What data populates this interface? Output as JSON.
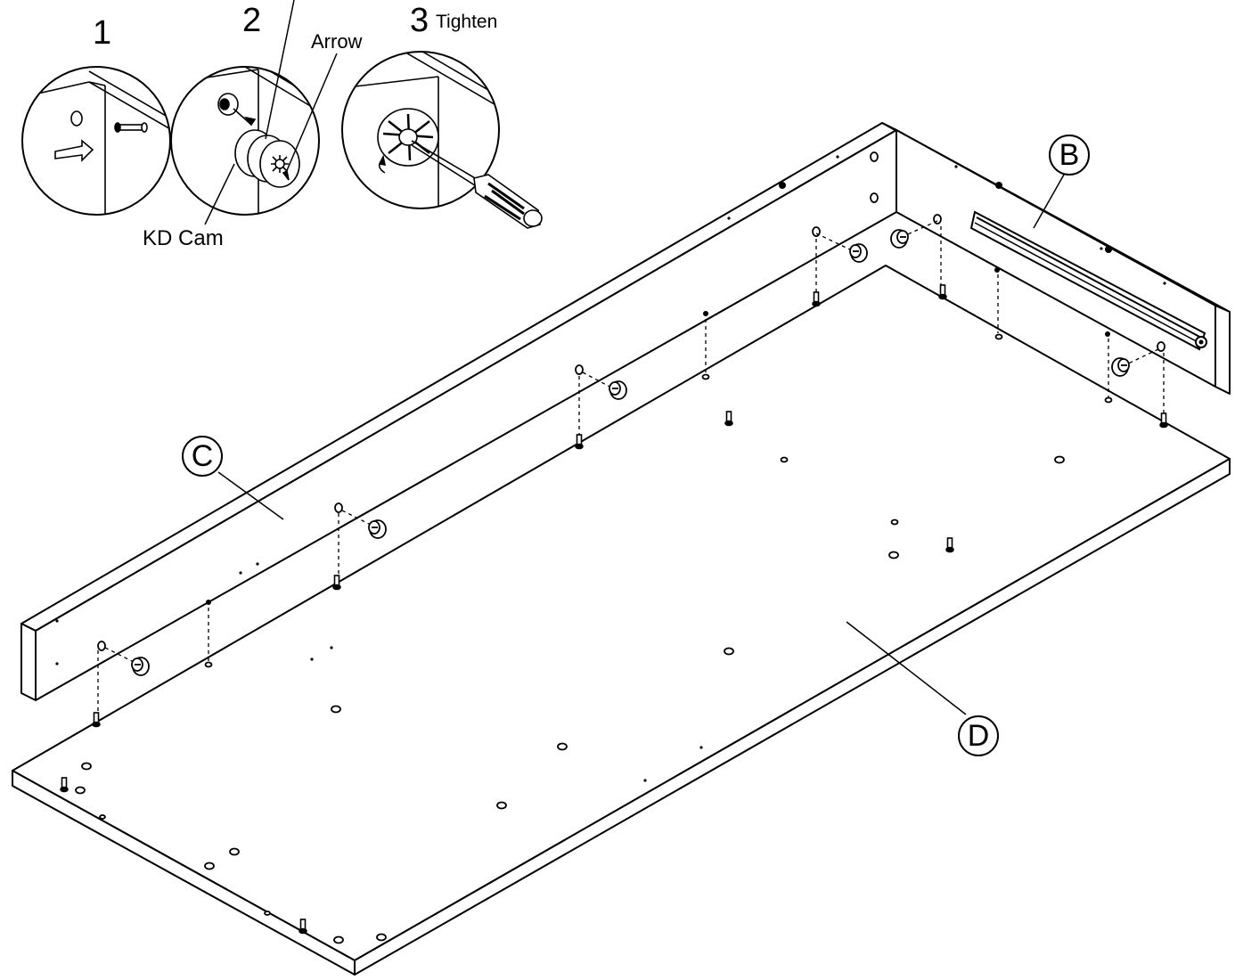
{
  "steps": [
    {
      "number": "1",
      "word": ""
    },
    {
      "number": "2",
      "word": ""
    },
    {
      "number": "3",
      "word": "Tighten"
    }
  ],
  "callouts": {
    "arrow": "Arrow",
    "kd_cam": "KD Cam"
  },
  "parts": {
    "b": "B",
    "c": "C",
    "d": "D"
  },
  "colors": {
    "line": "#000000",
    "background": "#ffffff",
    "panel_fill": "#ffffff"
  }
}
